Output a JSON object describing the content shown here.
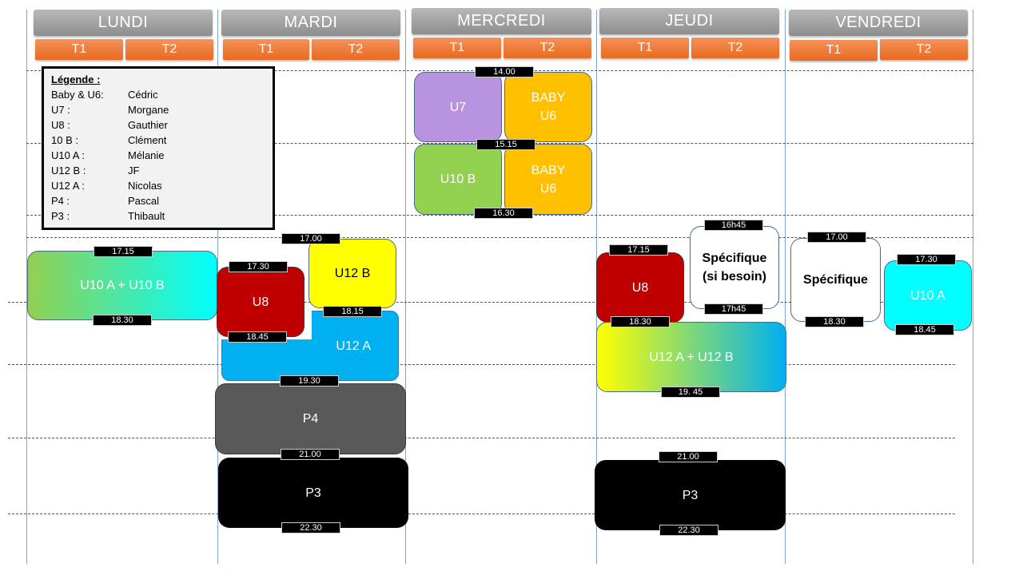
{
  "days": [
    "LUNDI",
    "MARDI",
    "MERCREDI",
    "JEUDI",
    "VENDREDI"
  ],
  "slot_labels": [
    "T1",
    "T2"
  ],
  "legend": {
    "title": "Légende :",
    "entries": [
      {
        "team": "Baby & U6:",
        "coach": "Cédric"
      },
      {
        "team": "U7 :",
        "coach": "Morgane"
      },
      {
        "team": "U8 :",
        "coach": "Gauthier"
      },
      {
        "team": "10 B :",
        "coach": "Clément"
      },
      {
        "team": "U10 A :",
        "coach": "Mélanie"
      },
      {
        "team": "U12 B :",
        "coach": "JF"
      },
      {
        "team": "U12 A :",
        "coach": "Nicolas"
      },
      {
        "team": "P4 :",
        "coach": "Pascal"
      },
      {
        "team": "P3 :",
        "coach": "Thibault"
      }
    ]
  },
  "sessions": {
    "lundi_u10ab": "U10 A + U10 B",
    "mardi_u8": "U8",
    "mardi_u12b": "U12 B",
    "mardi_u12a": "U12 A",
    "mardi_p4": "P4",
    "mardi_p3": "P3",
    "mercredi_u7": "U7",
    "mercredi_baby1_l1": "BABY",
    "mercredi_baby1_l2": "U6",
    "mercredi_u10b": "U10 B",
    "mercredi_baby2_l1": "BABY",
    "mercredi_baby2_l2": "U6",
    "jeudi_u8": "U8",
    "jeudi_spec_l1": "Spécifique",
    "jeudi_spec_l2": "(si besoin)",
    "jeudi_u12ab": "U12 A + U12 B",
    "jeudi_p3": "P3",
    "vendredi_spec": "Spécifique",
    "vendredi_u10a": "U10 A"
  },
  "times": {
    "mer_1400": "14.00",
    "mer_1515": "15.15",
    "mer_1630": "16.30",
    "lun_1715": "17.15",
    "lun_1830": "18.30",
    "mar_1700": "17.00",
    "mar_1730": "17.30",
    "mar_1815": "18.15",
    "mar_1845": "18.45",
    "mar_1930": "19.30",
    "mar_2100": "21.00",
    "mar_2230": "22.30",
    "jeu_16h45": "16h45",
    "jeu_1715": "17.15",
    "jeu_17h45": "17h45",
    "jeu_1830": "18.30",
    "jeu_1945": "19. 45",
    "jeu_2100": "21.00",
    "jeu_2230": "22.30",
    "ven_1700": "17.00",
    "ven_1730": "17.30",
    "ven_1830": "18.30",
    "ven_1845": "18.45"
  },
  "colors": {
    "day_header": "#a6a6a6",
    "slot_header": "#ed7d31",
    "u7": "#b992e0",
    "baby_u6": "#ffc000",
    "u10b": "#92d050",
    "u8": "#c00000",
    "u12b": "#ffff00",
    "u12a": "#00b0f0",
    "p4": "#595959",
    "p3": "#000000",
    "u10a": "#00ffff"
  }
}
